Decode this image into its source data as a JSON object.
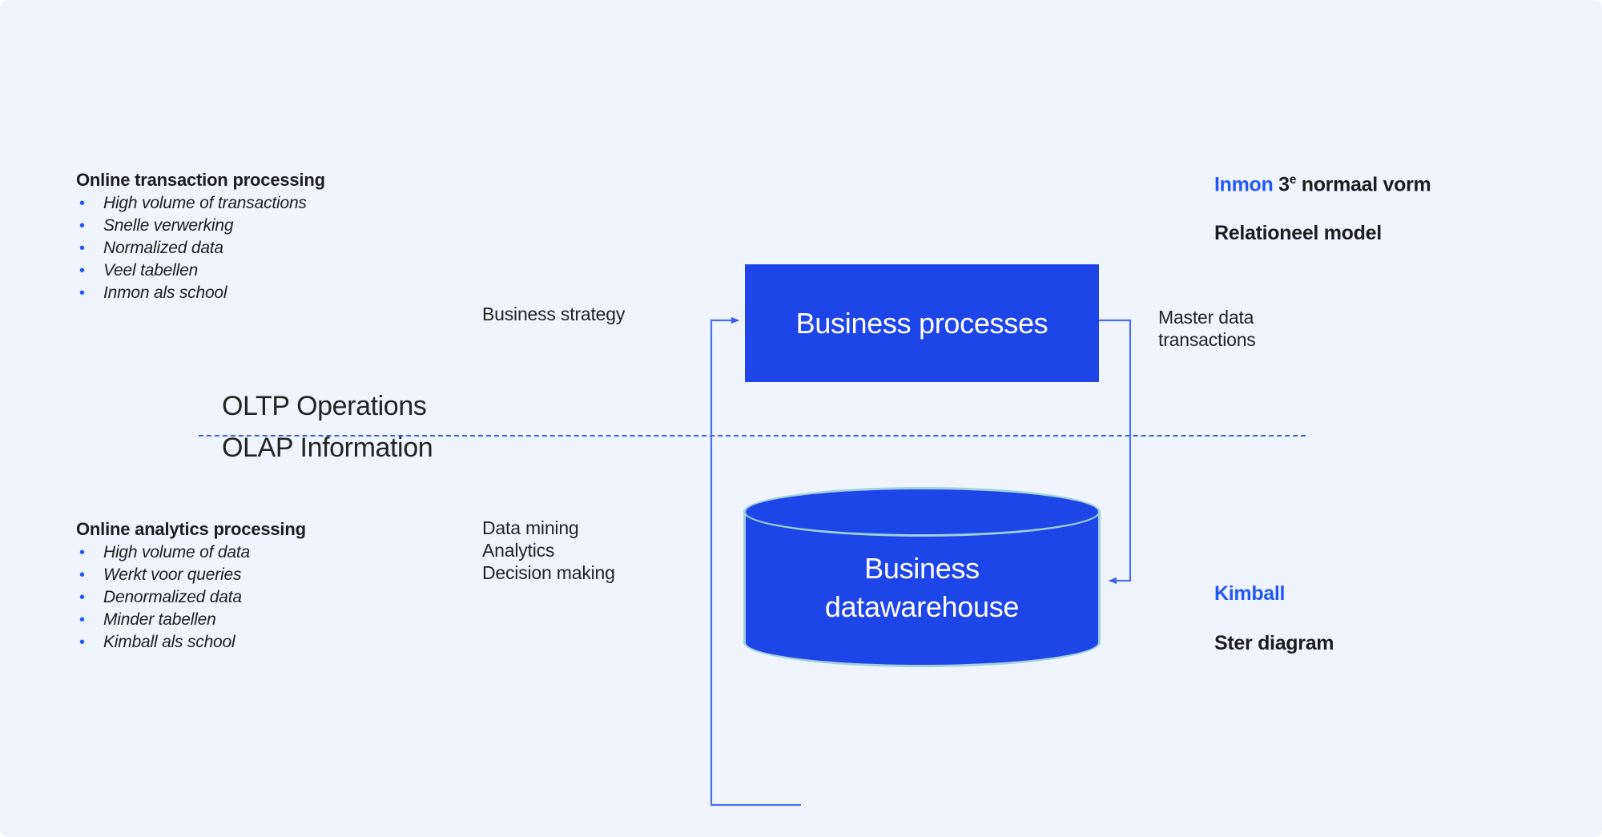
{
  "canvas": {
    "background": "#eff4fe",
    "accent_blue": "#2458f6",
    "node_blue": "#1e45e8",
    "cylinder_outline": "#9fd2da",
    "connector_blue": "#4b6fe8",
    "text_dark": "#1d1d1f"
  },
  "oltp_panel": {
    "title": "Online transaction processing",
    "items": [
      "High volume of transactions",
      "Snelle verwerking",
      "Normalized data",
      "Veel tabellen",
      "Inmon als school"
    ],
    "bullet": "•"
  },
  "olap_panel": {
    "title": "Online analytics processing",
    "items": [
      "High volume of data",
      "Werkt voor queries",
      "Denormalized data",
      "Minder tabellen",
      "Kimball als school"
    ],
    "bullet": "•"
  },
  "divider": {
    "upper_label": "OLTP Operations",
    "lower_label": "OLAP Information",
    "style": "dashed",
    "color": "#2f62f4"
  },
  "nodes": {
    "process_box": {
      "label": "Business processes",
      "fill": "#1e45e8",
      "text_color": "#ffffff"
    },
    "datawarehouse": {
      "label_line1": "Business",
      "label_line2": "datawarehouse",
      "fill": "#1e45e8",
      "outline": "#9fd2da",
      "text_color": "#ffffff",
      "shape": "cylinder"
    }
  },
  "flow_labels": {
    "business_strategy": "Business strategy",
    "master_data": "Master data\ntransactions",
    "analytics_stack": "Data mining\nAnalytics\nDecision making"
  },
  "right_headings": {
    "inmon_accent": "Inmon",
    "inmon_rest_before_sup": " 3",
    "inmon_sup": "e",
    "inmon_rest_after_sup": " normaal vorm",
    "relational_model": "Relationeel model",
    "kimball_accent": "Kimball",
    "star_schema": "Ster diagram"
  }
}
